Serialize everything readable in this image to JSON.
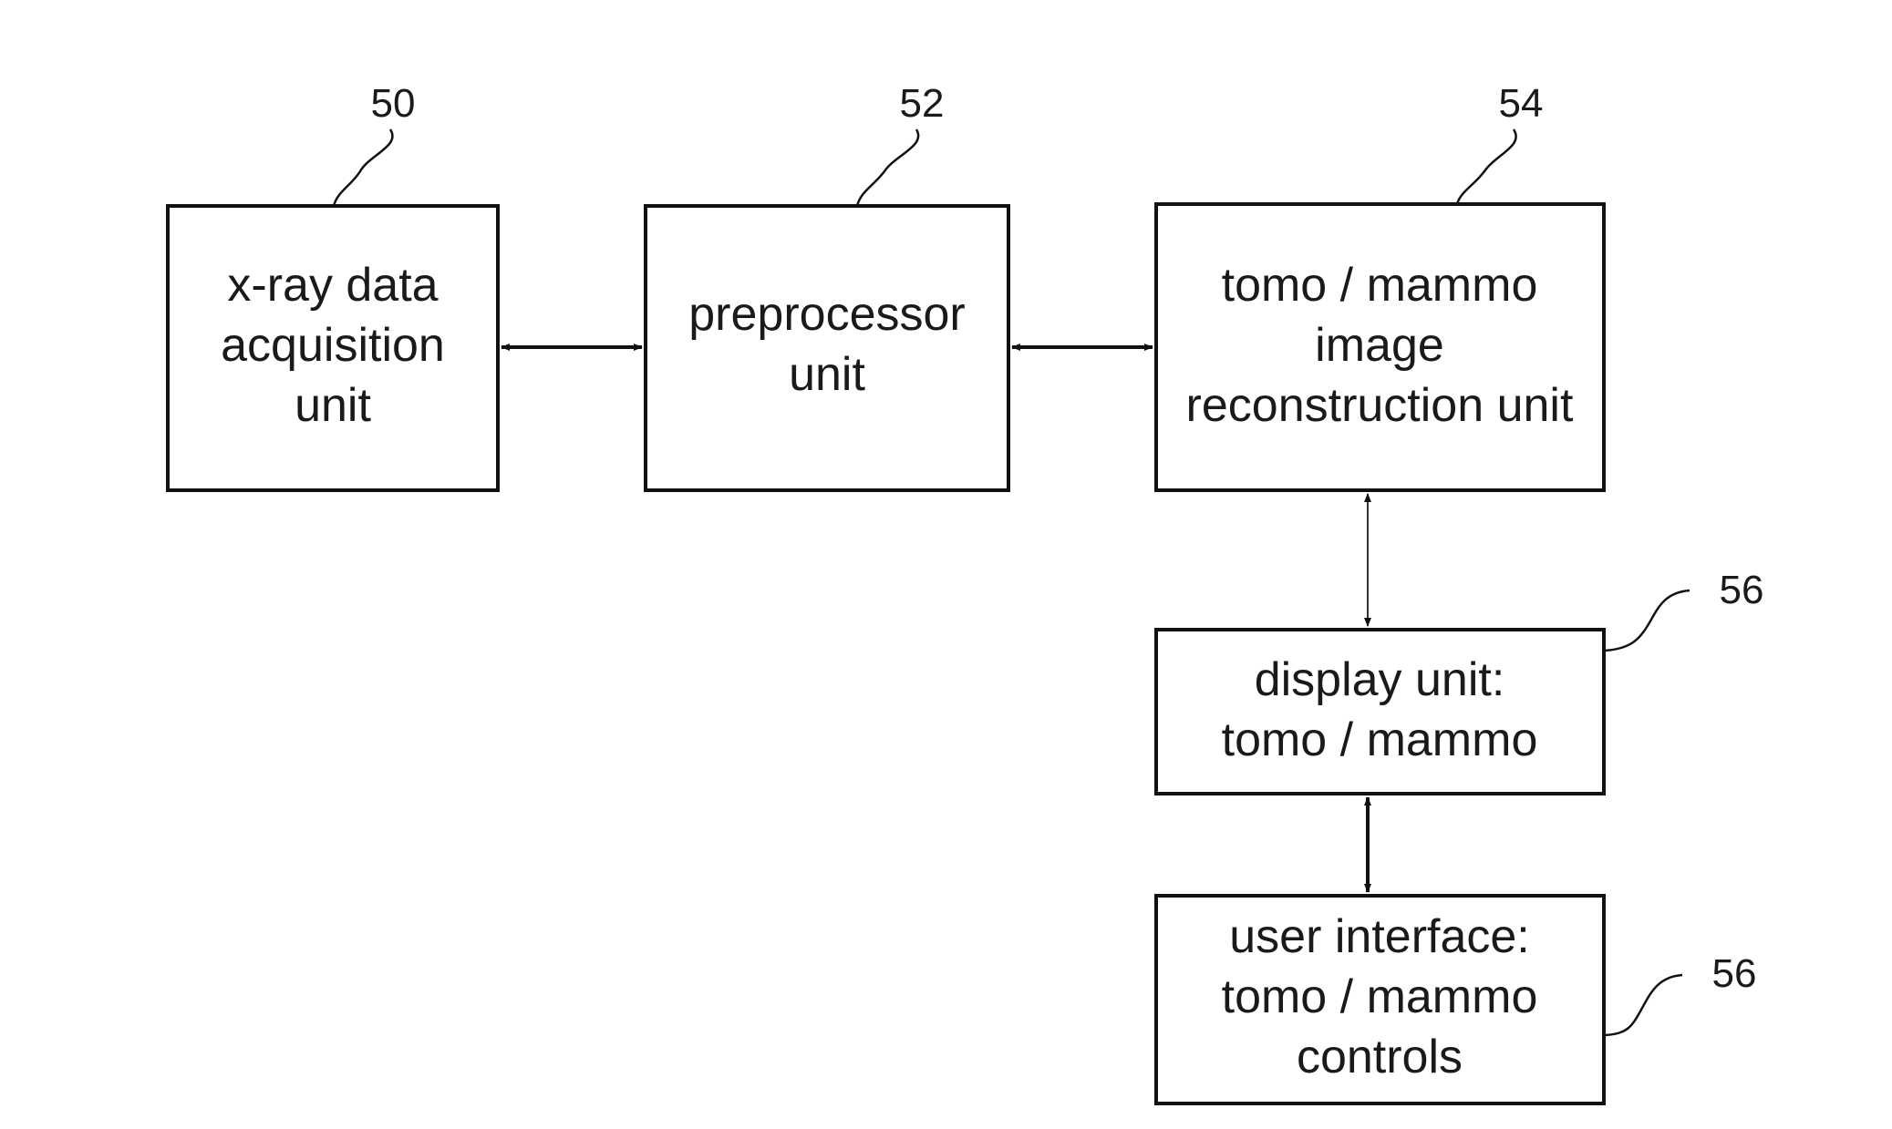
{
  "blocks": [
    {
      "id": "acquisition",
      "ref": "50",
      "lines": [
        "x-ray data",
        "acquisition",
        "unit"
      ]
    },
    {
      "id": "preprocessor",
      "ref": "52",
      "lines": [
        "preprocessor",
        "unit"
      ]
    },
    {
      "id": "reconstruction",
      "ref": "54",
      "lines": [
        "tomo / mammo",
        "image",
        "reconstruction unit"
      ]
    },
    {
      "id": "display",
      "ref": "56",
      "lines": [
        "display unit:",
        "tomo / mammo"
      ]
    },
    {
      "id": "user-interface",
      "ref": "56",
      "lines": [
        "user interface:",
        "tomo / mammo",
        "controls"
      ]
    }
  ],
  "connections": [
    {
      "from": "acquisition",
      "to": "preprocessor",
      "direction": "bidirectional"
    },
    {
      "from": "preprocessor",
      "to": "reconstruction",
      "direction": "bidirectional"
    },
    {
      "from": "reconstruction",
      "to": "display",
      "direction": "bidirectional"
    },
    {
      "from": "display",
      "to": "user-interface",
      "direction": "bidirectional"
    }
  ]
}
